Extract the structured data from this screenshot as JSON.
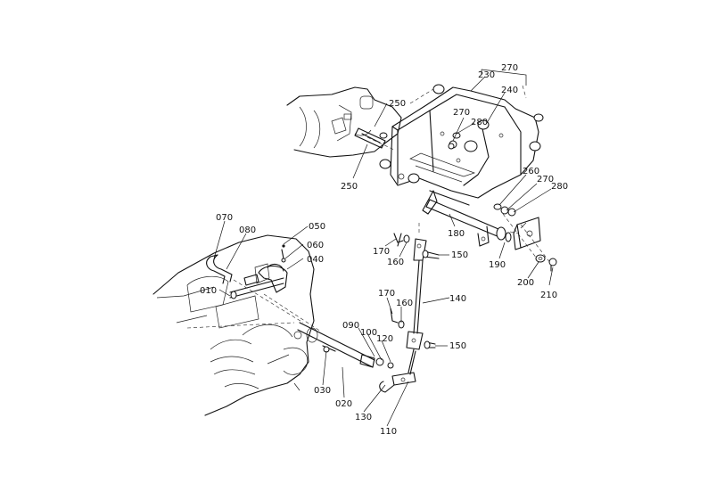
{
  "labels": {
    "l070": "070",
    "l080": "080",
    "l050": "050",
    "l060": "060",
    "l040": "040",
    "l010": "010",
    "l250a": "250",
    "l250b": "250",
    "l230": "230",
    "l270a": "270",
    "l240": "240",
    "l270b": "270",
    "l280a": "280",
    "l260": "260",
    "l270c": "270",
    "l280b": "280",
    "l180": "180",
    "l170a": "170",
    "l160a": "160",
    "l150a": "150",
    "l190": "190",
    "l200": "200",
    "l210": "210",
    "l140": "140",
    "l170b": "170",
    "l160b": "160",
    "l090": "090",
    "l100": "100",
    "l120": "120",
    "l150b": "150",
    "l030": "030",
    "l020": "020",
    "l130": "130",
    "l110": "110"
  }
}
